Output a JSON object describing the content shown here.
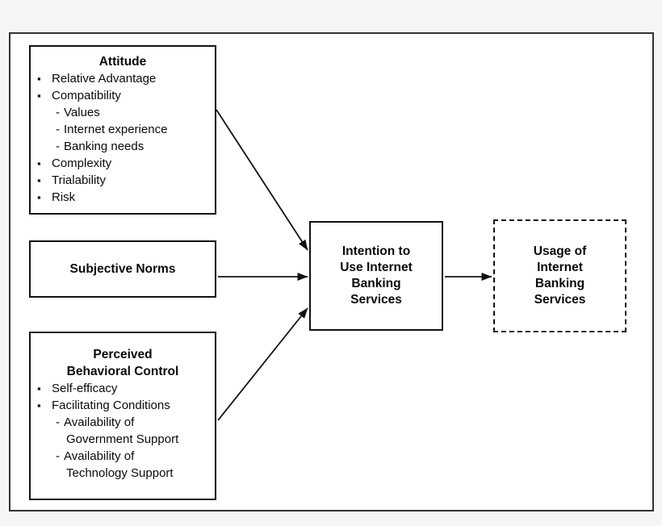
{
  "page": {
    "bg_color": "#f5f5f6",
    "frame_border_color": "#333333",
    "box_border_color": "#121212",
    "box_bg_color": "#ffffff",
    "arrow_color": "#121212",
    "text_color": "#0a0a0a"
  },
  "glyphs": {
    "square_bullet": "▪",
    "dash": "-"
  },
  "model": {
    "attitude": {
      "title": "Attitude",
      "items": [
        {
          "marker": "square",
          "text": "Relative Advantage"
        },
        {
          "marker": "square",
          "text": "Compatibility"
        },
        {
          "marker": "dash",
          "text": "Values"
        },
        {
          "marker": "dash",
          "text": "Internet experience"
        },
        {
          "marker": "dash",
          "text": "Banking needs"
        },
        {
          "marker": "square",
          "text": "Complexity"
        },
        {
          "marker": "square",
          "text": "Trialability"
        },
        {
          "marker": "square",
          "text": "Risk"
        }
      ]
    },
    "subjective_norms": {
      "title": "Subjective Norms"
    },
    "perceived_behavioral_control": {
      "title_lines": [
        "Perceived",
        "Behavioral Control"
      ],
      "items": [
        {
          "marker": "square",
          "text": "Self-efficacy"
        },
        {
          "marker": "square",
          "text": "Facilitating Conditions"
        },
        {
          "marker": "dash",
          "text": "Availability of",
          "text2": "Government Support"
        },
        {
          "marker": "dash",
          "text": "Availability of",
          "text2": "Technology Support"
        }
      ]
    },
    "intention": {
      "title_lines": [
        "Intention to",
        "Use Internet",
        "Banking",
        "Services"
      ]
    },
    "usage": {
      "title_lines": [
        "Usage of",
        "Internet",
        "Banking",
        "Services"
      ]
    },
    "arrows": [
      {
        "from": "attitude",
        "to": "intention"
      },
      {
        "from": "subjective_norms",
        "to": "intention"
      },
      {
        "from": "perceived_behavioral_control",
        "to": "intention"
      },
      {
        "from": "intention",
        "to": "usage"
      }
    ]
  }
}
